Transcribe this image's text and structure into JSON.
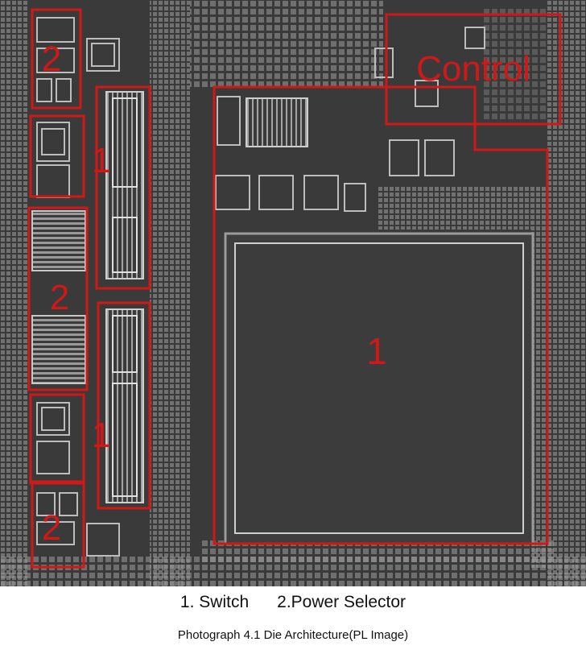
{
  "image": {
    "zone_labels": {
      "control": "Control",
      "switch_top_left": "1",
      "switch_bottom_left": "1",
      "switch_main": "1",
      "selector_top": "2",
      "selector_middle": "2",
      "selector_bottom": "2"
    },
    "colors": {
      "die_background": "#3a3a3a",
      "pad_fill": "#9a9a9a",
      "highlight_red": "#d01818"
    }
  },
  "legend": {
    "item_switch": "1. Switch",
    "item_selector": "2.Power Selector"
  },
  "caption": "Photograph 4.1 Die Architecture(PL Image)"
}
